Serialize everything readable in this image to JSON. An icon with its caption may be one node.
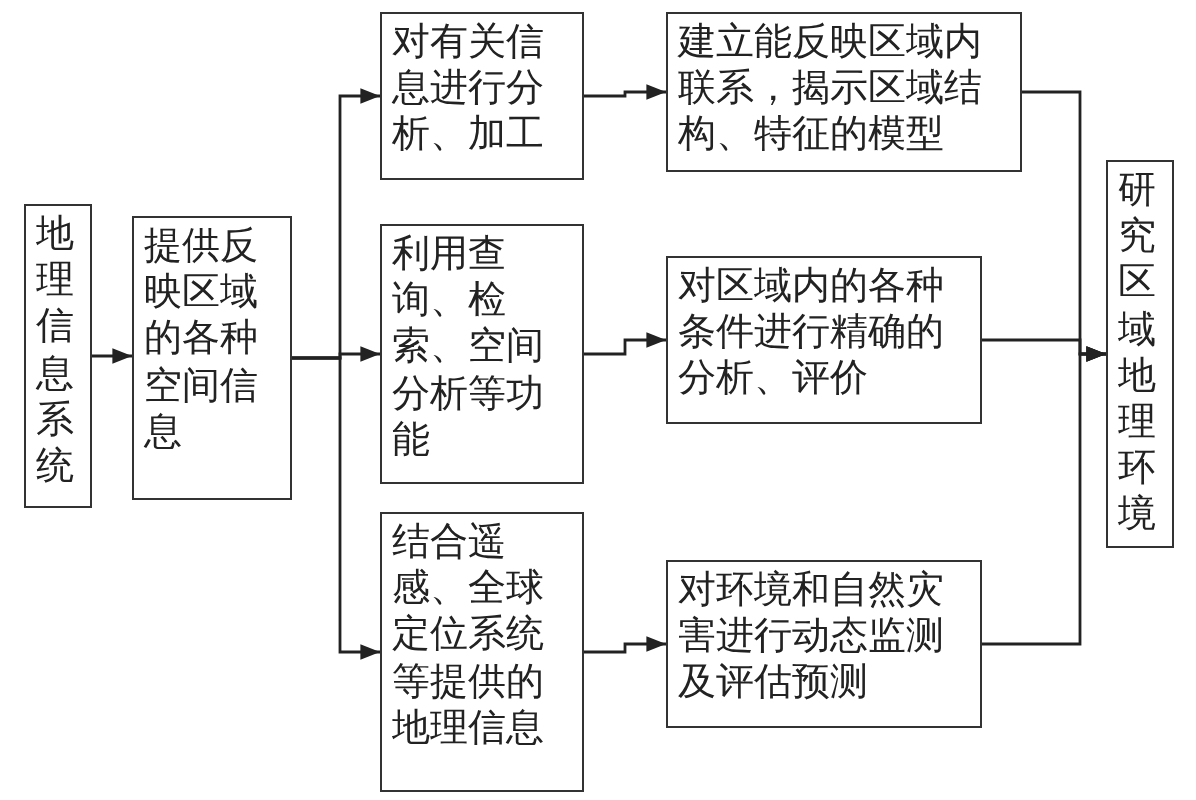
{
  "diagram": {
    "nodes": [
      {
        "text": [
          "地理信息系统"
        ]
      },
      {
        "text": [
          "提供反映区域的各种空间信息"
        ]
      },
      {
        "text": [
          "对有关信息进行分析、加工"
        ]
      },
      {
        "text": [
          "建立能反映区域内联系，揭示区域结构、特征的模型"
        ]
      },
      {
        "text": [
          "利用查询、检索、空间分析等功能"
        ]
      },
      {
        "text": [
          "对区域内的各种条件进行精确的分析、评价"
        ]
      },
      {
        "text": [
          "结合遥感、全球定位系统等提供的地理信息"
        ]
      },
      {
        "text": [
          "对环境和自然灾害进行动态监测及评估预测"
        ]
      },
      {
        "text": [
          "研究区域地理环境"
        ]
      }
    ],
    "edges": [
      {
        "from": 0,
        "to": 1,
        "arrow": "to"
      },
      {
        "from": 1,
        "to": 2,
        "arrow": "to"
      },
      {
        "from": 1,
        "to": 4,
        "arrow": "to"
      },
      {
        "from": 1,
        "to": 6,
        "arrow": "to"
      },
      {
        "from": 2,
        "to": 3,
        "arrow": "to"
      },
      {
        "from": 4,
        "to": 5,
        "arrow": "to"
      },
      {
        "from": 6,
        "to": 7,
        "arrow": "to"
      },
      {
        "from": 3,
        "to": 8,
        "arrow": "to"
      },
      {
        "from": 5,
        "to": 8,
        "arrow": "to"
      },
      {
        "from": 7,
        "to": 8,
        "arrow": "to"
      }
    ]
  }
}
